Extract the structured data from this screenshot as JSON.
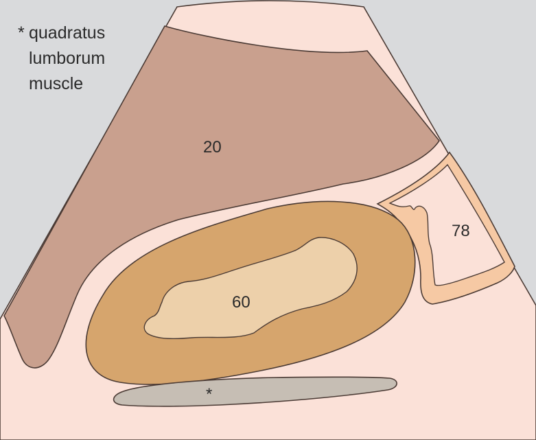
{
  "legend": {
    "symbol": "*",
    "lines": [
      "quadratus",
      "lumborum",
      "muscle"
    ]
  },
  "labels": {
    "upper_region": "20",
    "center_region": "60",
    "right_region": "78",
    "muscle_marker": "*"
  },
  "colors": {
    "background": "#d9dadc",
    "fan": "#fbe1d8",
    "upper_region": "#c9a08e",
    "center_outer": "#d6a56d",
    "center_inner": "#edd0aa",
    "right_band": "#f6c9a4",
    "right_inner": "#fbe1d8",
    "muscle": "#c6beb4",
    "outline": "#4a3a34"
  }
}
